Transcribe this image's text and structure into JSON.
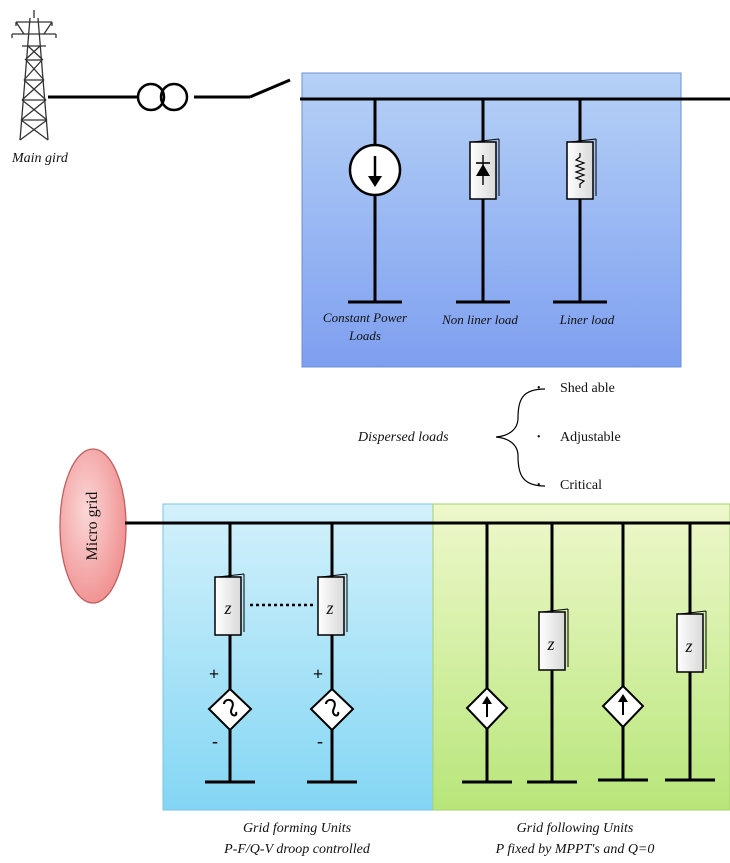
{
  "labels": {
    "main_grid": "Main gird",
    "micro_grid": "Micro grid",
    "dispersed_loads": "Dispersed loads",
    "load_types": [
      "Shed able",
      "Adjustable",
      "Critical"
    ],
    "loads": {
      "constant_power_line1": "Constant Power",
      "constant_power_line2": "Loads",
      "non_linear": "Non liner load",
      "linear": "Liner load"
    },
    "forming": {
      "title": "Grid forming Units",
      "subtitle": "P-F/Q-V droop controlled"
    },
    "following": {
      "title": "Grid following Units",
      "subtitle": "P fixed by MPPT's and  Q=0"
    },
    "impedance": "z",
    "plus": "+",
    "minus": "-",
    "bullet": "•"
  },
  "colors": {
    "load_box_top": "#b6d1f6",
    "load_box_bottom": "#7e9ff0",
    "forming_box_top": "#d3f1fb",
    "forming_box_bottom": "#83d6f4",
    "following_box_top": "#eef8cc",
    "following_box_bottom": "#b8e67a",
    "micro_grid_fill": "#f49a9a"
  }
}
